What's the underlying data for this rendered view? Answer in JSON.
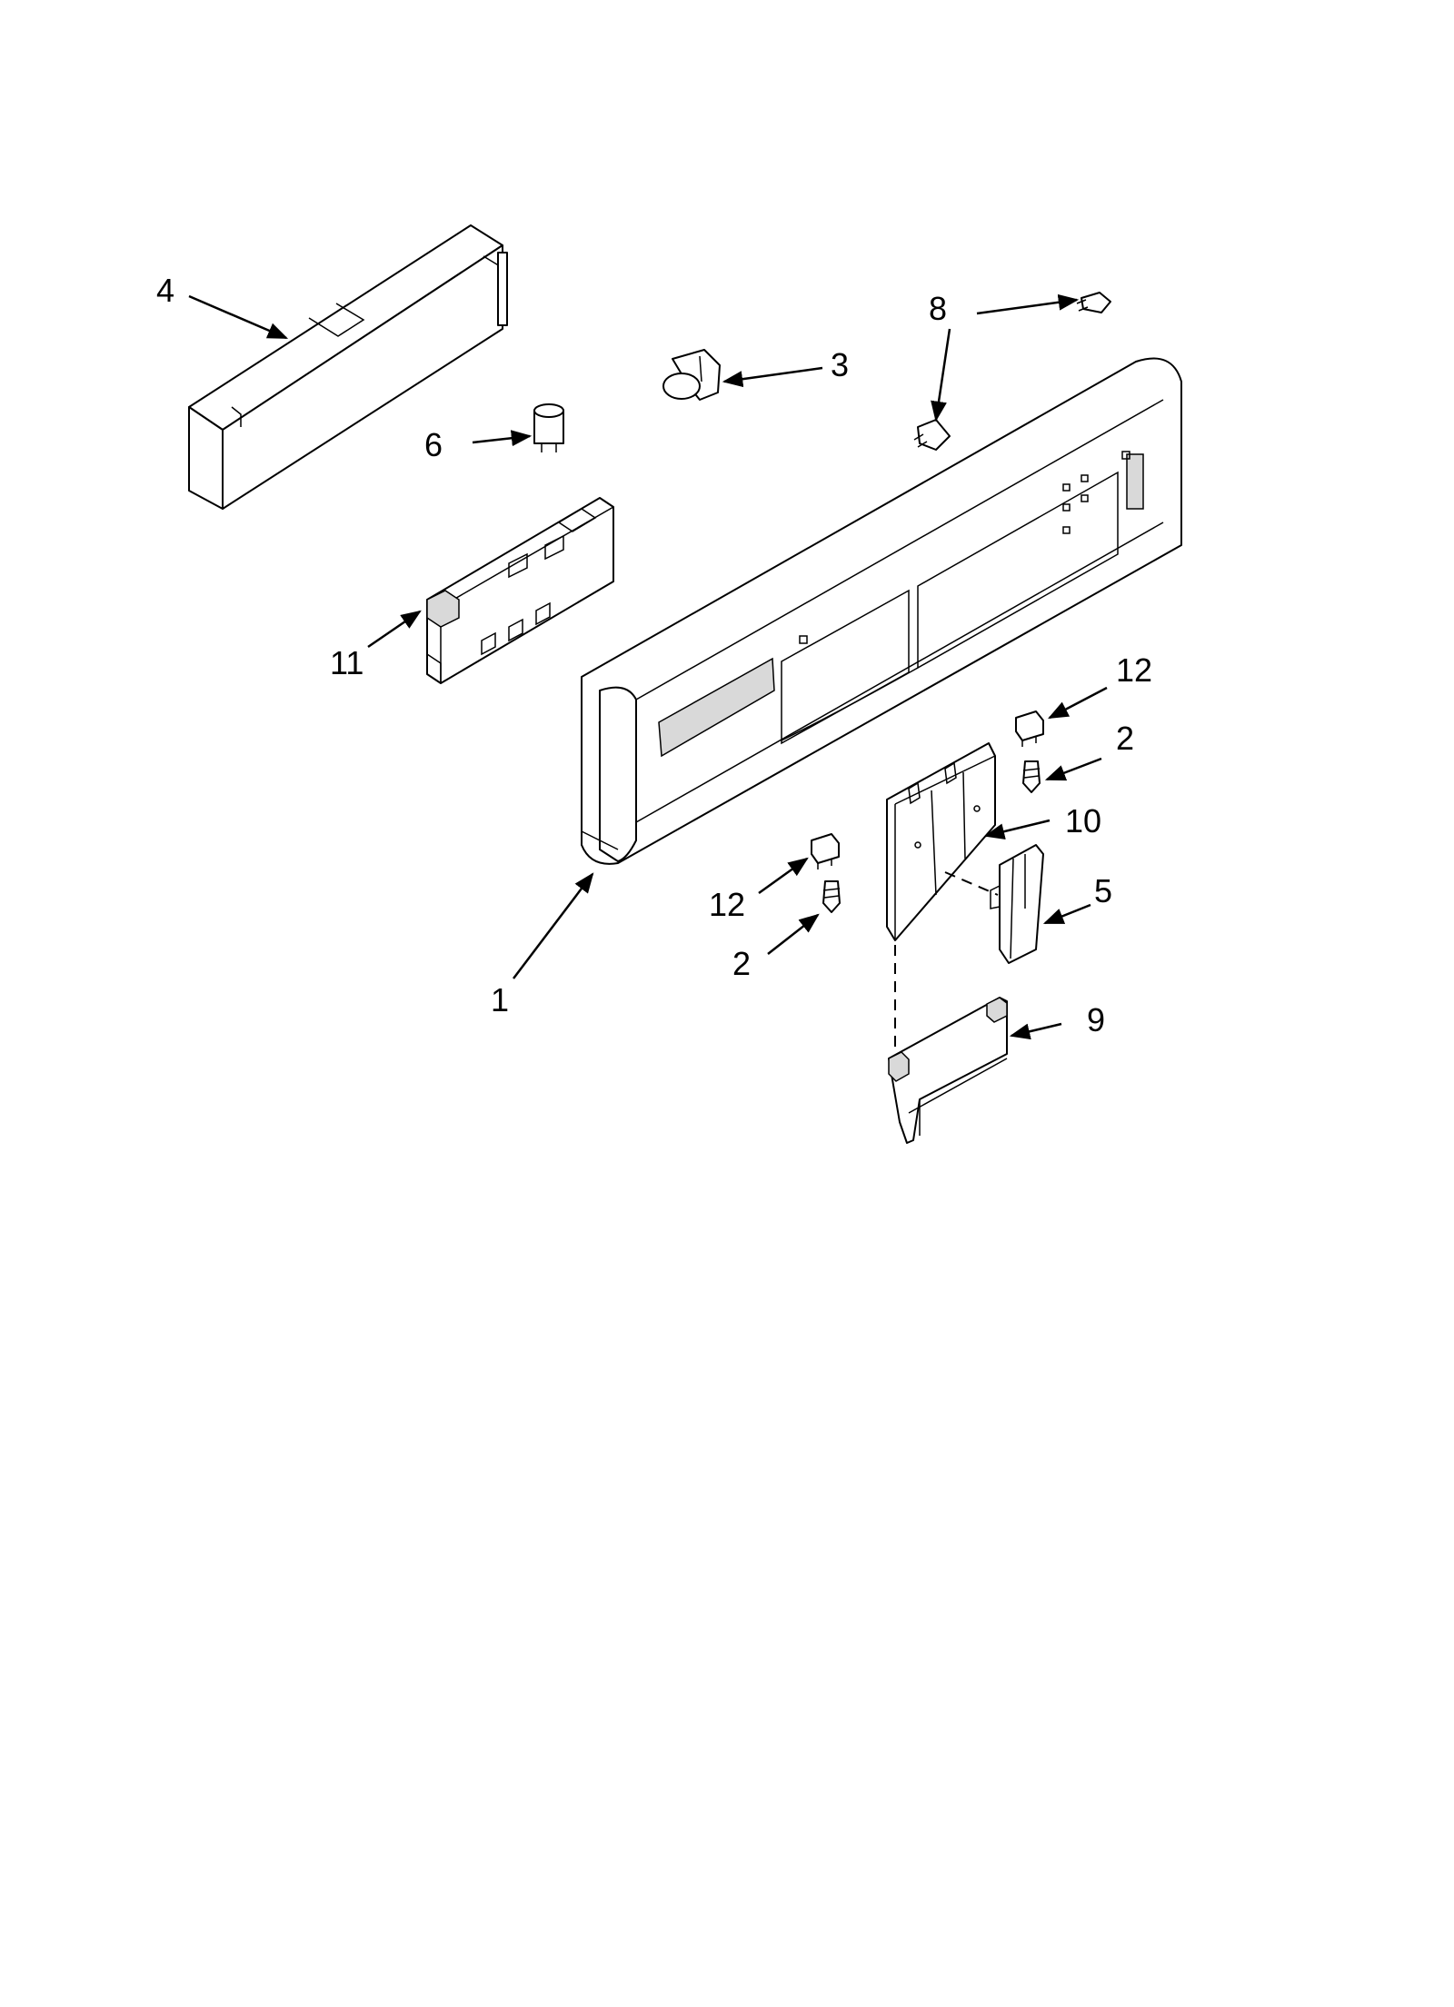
{
  "callouts": [
    {
      "id": "4",
      "text": "4"
    },
    {
      "id": "8",
      "text": "8"
    },
    {
      "id": "3",
      "text": "3"
    },
    {
      "id": "6",
      "text": "6"
    },
    {
      "id": "11",
      "text": "11"
    },
    {
      "id": "12a",
      "text": "12"
    },
    {
      "id": "2a",
      "text": "2"
    },
    {
      "id": "10",
      "text": "10"
    },
    {
      "id": "5",
      "text": "5"
    },
    {
      "id": "12b",
      "text": "12"
    },
    {
      "id": "2b",
      "text": "2"
    },
    {
      "id": "1",
      "text": "1"
    },
    {
      "id": "9",
      "text": "9"
    }
  ]
}
